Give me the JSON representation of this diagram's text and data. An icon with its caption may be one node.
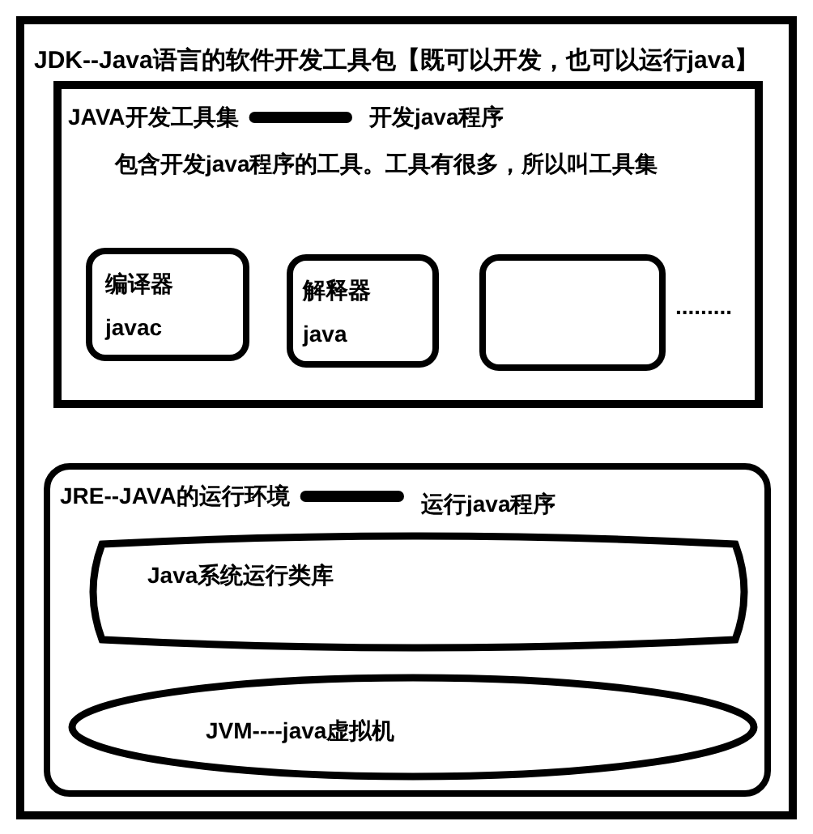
{
  "diagram": {
    "nodes": [
      {
        "text": [
          "JDK--Java语言的软件开发工具包【既可以开发，也可以运行java】"
        ]
      },
      {
        "text": [
          "包含开发java程序的工具。工具有很多，所以叫工具集"
        ],
        "in": 0
      },
      {
        "text": [
          "JAVA开发工具集"
        ],
        "in": 1
      },
      {
        "text": [
          "开发java程序"
        ],
        "in": 1
      },
      {
        "text": [
          "编译器",
          "javac"
        ],
        "in": 1
      },
      {
        "text": [
          "解释器",
          "java"
        ],
        "in": 1
      },
      {
        "text": [],
        "shape": "box",
        "in": 1,
        "beside": [
          "........."
        ]
      },
      {
        "text": [],
        "shape": "box",
        "in": 0
      },
      {
        "text": [
          "JRE--JAVA的运行环境"
        ],
        "in": 7
      },
      {
        "text": [
          "运行java程序"
        ],
        "in": 7
      },
      {
        "text": [
          "Java系统运行类库"
        ],
        "in": 7
      },
      {
        "text": [
          "JVM----java虚拟机"
        ],
        "in": 7
      }
    ],
    "edges": [
      {
        "from": 2,
        "to": 3,
        "arrow": "none"
      },
      {
        "from": 8,
        "to": 9,
        "arrow": "none"
      }
    ]
  }
}
